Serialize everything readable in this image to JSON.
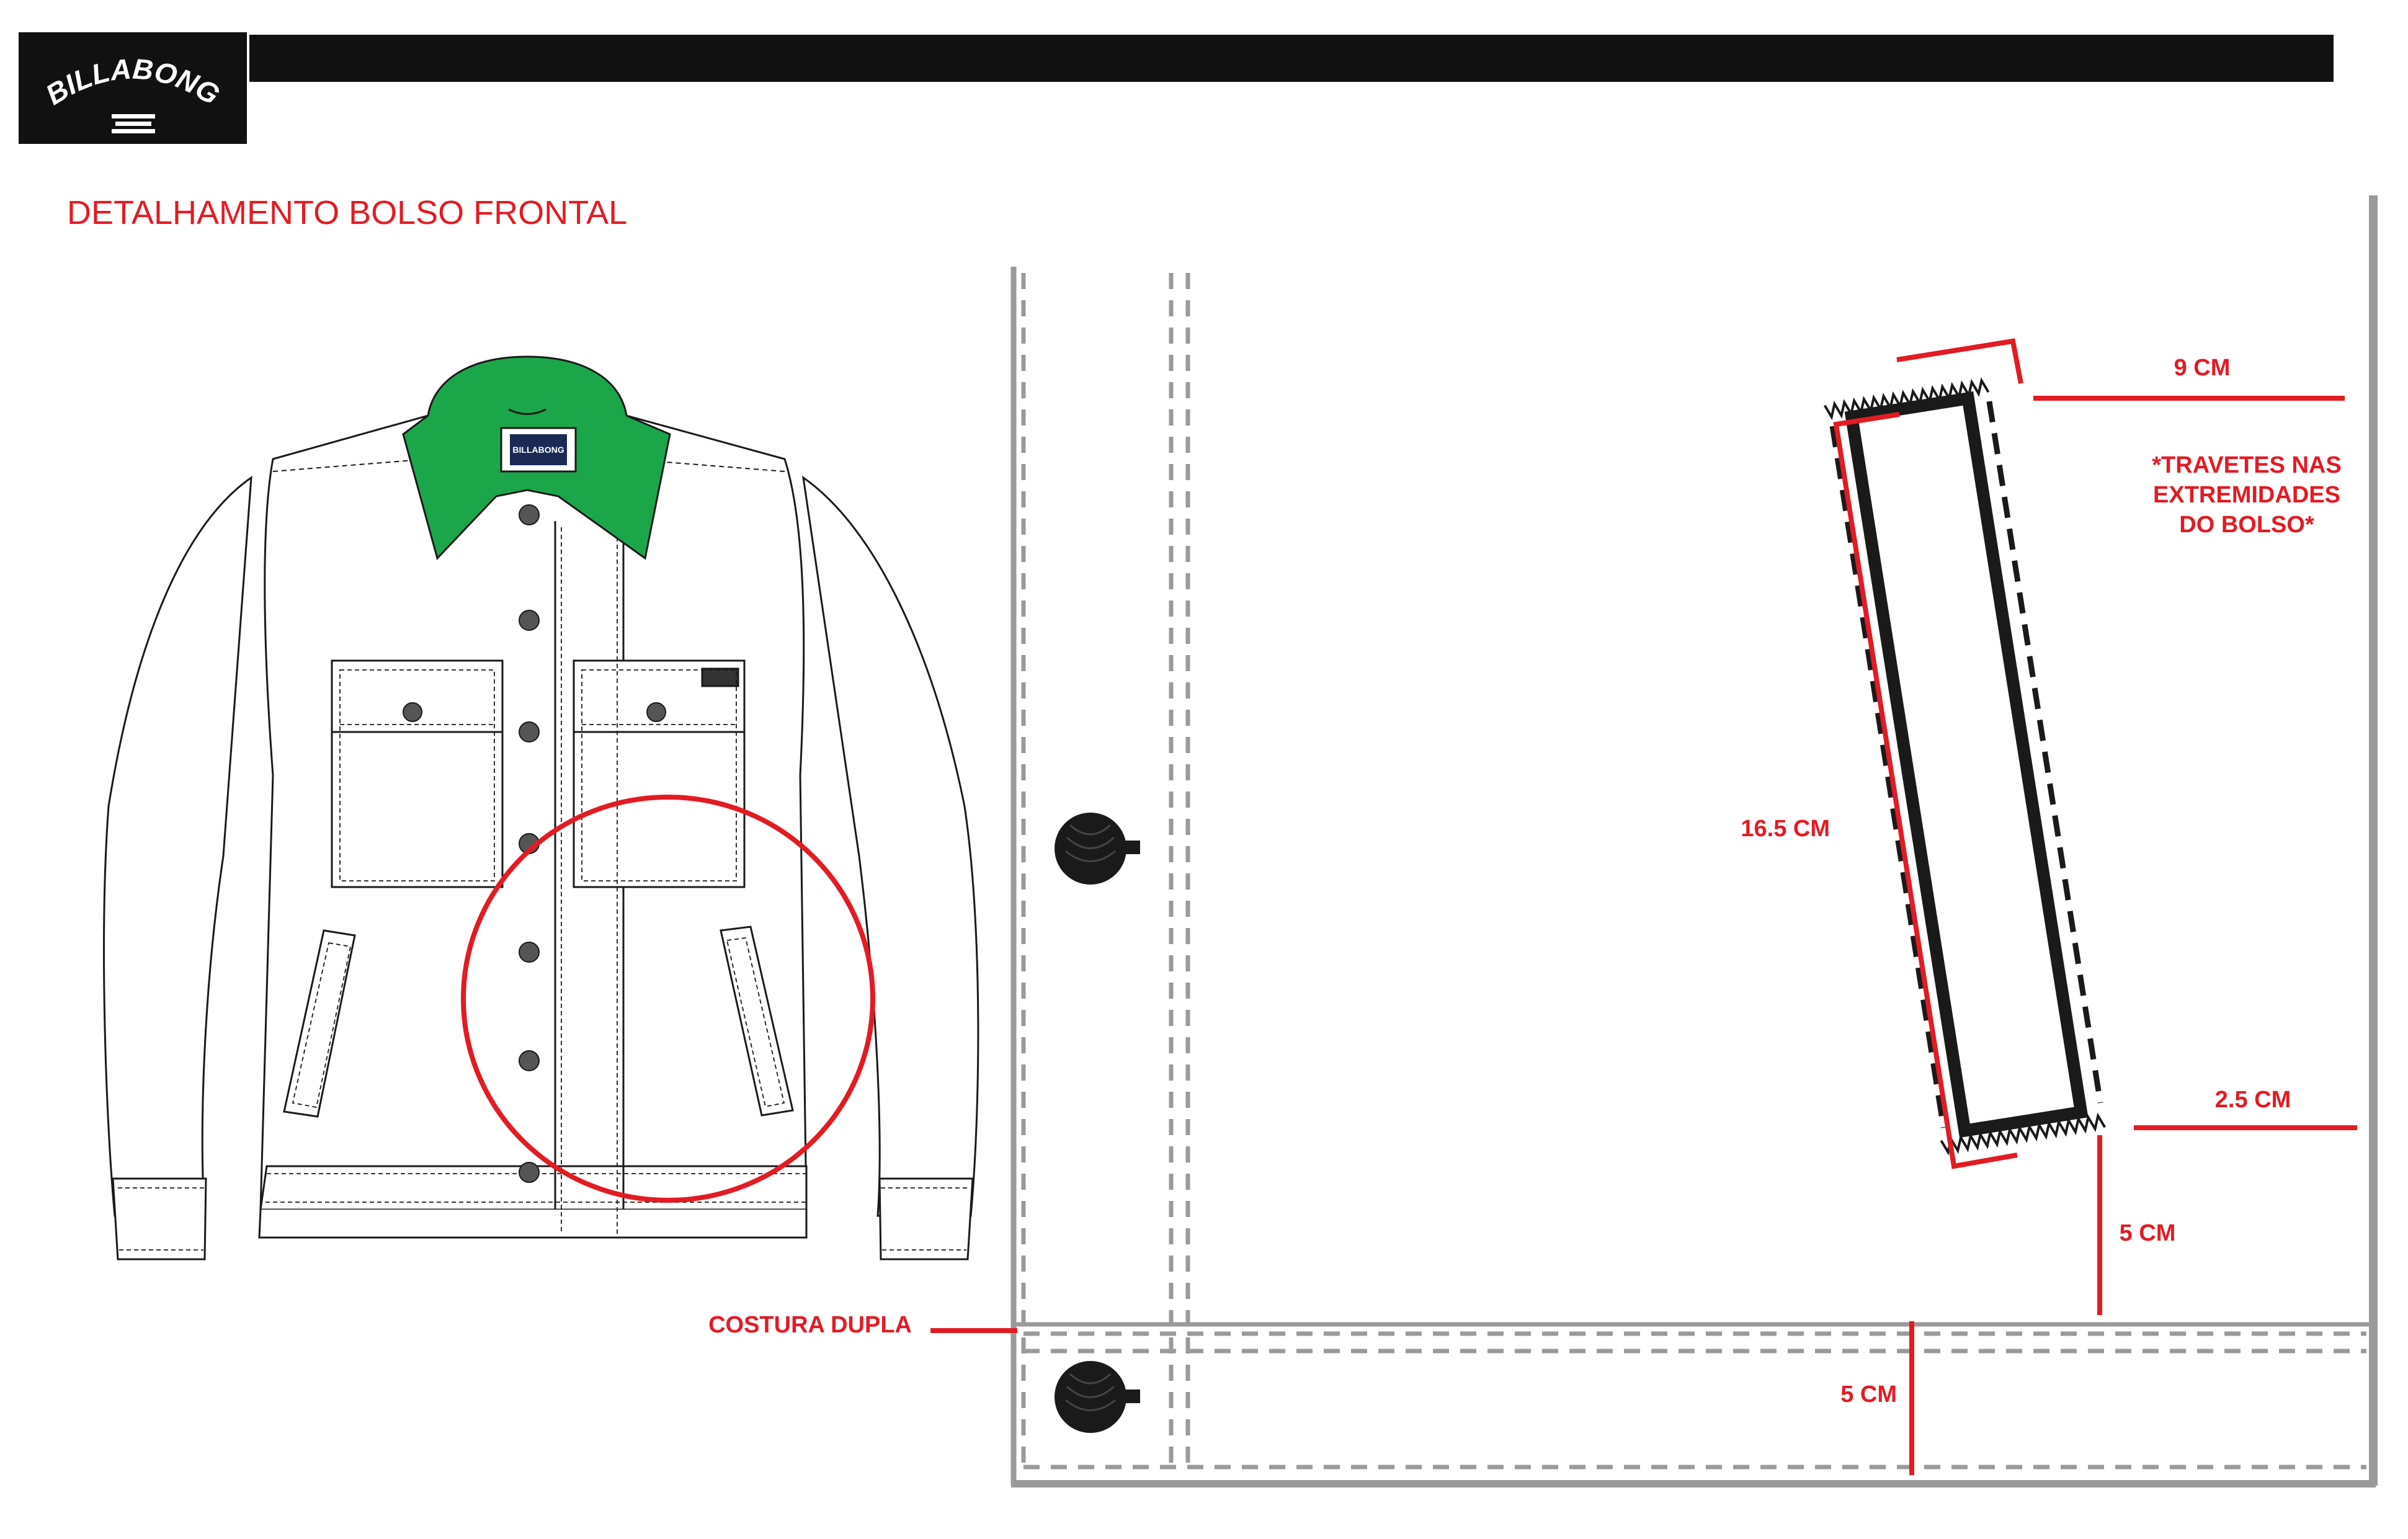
{
  "brand": {
    "logo_text": "BILLABONG",
    "logo_icon": "billabong-bars-icon"
  },
  "title": "DETALHAMENTO BOLSO FRONTAL",
  "jacket_tag_text": "BILLABONG",
  "annotations": {
    "width": "9 CM",
    "length": "16.5 CM",
    "note_line1": "*TRAVETES NAS",
    "note_line2": "EXTREMIDADES",
    "note_line3": "DO BOLSO*",
    "side_offset": "2.5 CM",
    "bottom_offset": "5 CM",
    "seam_label": "COSTURA DUPLA",
    "hem_height": "5 CM"
  },
  "colors": {
    "accent_red": "#e31b23",
    "collar_green": "#1ca64a",
    "outline": "#1a1a1a",
    "stitch_gray": "#9a9a9a",
    "brand_black": "#111111"
  }
}
